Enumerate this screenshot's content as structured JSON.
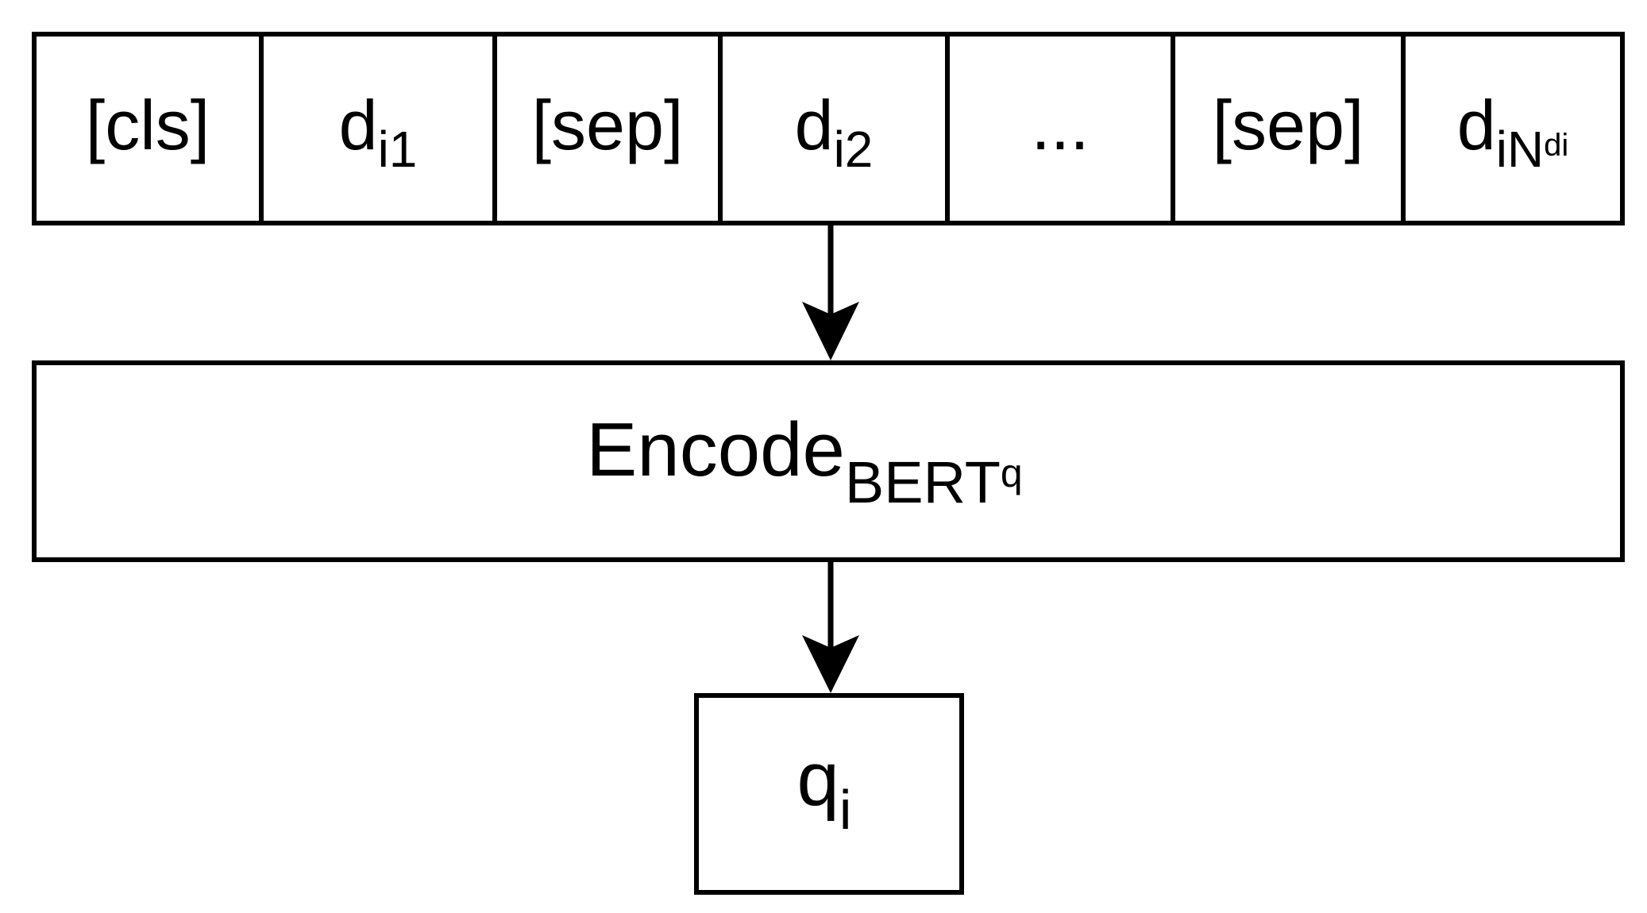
{
  "tokens": [
    {
      "text": "[cls]",
      "sub": "",
      "subsub": ""
    },
    {
      "text": "d",
      "sub": "i1",
      "subsub": ""
    },
    {
      "text": "[sep]",
      "sub": "",
      "subsub": ""
    },
    {
      "text": "d",
      "sub": "i2",
      "subsub": ""
    },
    {
      "text": "...",
      "sub": "",
      "subsub": ""
    },
    {
      "text": "[sep]",
      "sub": "",
      "subsub": ""
    },
    {
      "text": "d",
      "sub": "iN",
      "subsub": "di"
    }
  ],
  "encoder": {
    "text": "Encode",
    "sub": "BERT",
    "subsub": "q"
  },
  "output": {
    "text": "q",
    "sub": "i"
  }
}
